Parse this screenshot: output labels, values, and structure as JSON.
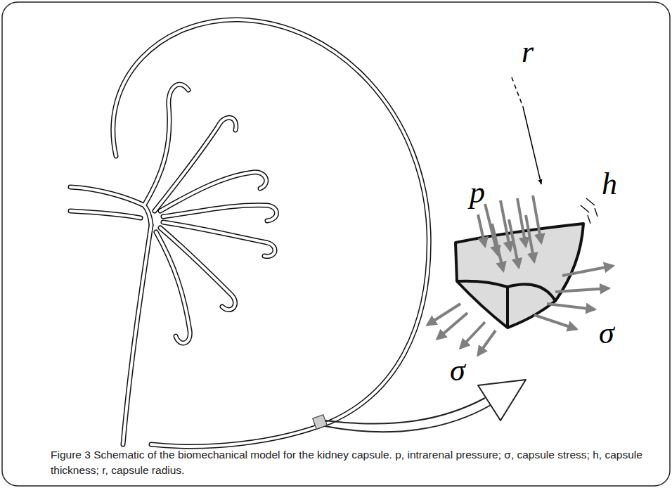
{
  "diagram": {
    "caption": "Figure 3 Schematic of the biomechanical model for the kidney capsule. p, intrarenal pressure; σ, capsule stress; h, capsule thickness; r, capsule radius.",
    "labels": [
      "r",
      "p",
      "h",
      "σ",
      "σ"
    ]
  }
}
